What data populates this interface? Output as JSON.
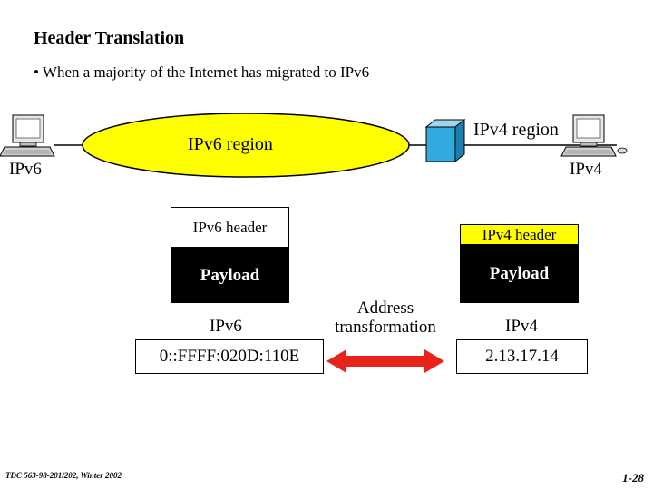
{
  "slide": {
    "title": "Header Translation",
    "bullet": "• When a majority of the Internet has migrated to IPv6",
    "footer_left": "TDC 563-98-201/202, Winter 2002",
    "footer_right": "1-28"
  },
  "diagram": {
    "ipv6_region_label": "IPv6 region",
    "ipv4_region_label": "IPv4 region",
    "left_host_label": "IPv6",
    "right_host_label": "IPv4",
    "ipv6_packet": {
      "header": "IPv6 header",
      "payload": "Payload"
    },
    "ipv4_packet": {
      "header": "IPv4 header",
      "payload": "Payload"
    },
    "transform_label_line1": "Address",
    "transform_label_line2": "transformation",
    "ipv6_addr_label": "IPv6",
    "ipv4_addr_label": "IPv4",
    "ipv6_address": "0::FFFF:020D:110E",
    "ipv4_address": "2.13.17.14",
    "colors": {
      "ipv6_region_fill": "#ffff00",
      "ipv4_header_fill": "#ffff00",
      "router_fill": "#33aadd",
      "arrow_fill": "#e8231c",
      "payload_fill": "#000000"
    },
    "icons": [
      "computer-icon",
      "router-icon",
      "double-arrow-icon"
    ]
  }
}
